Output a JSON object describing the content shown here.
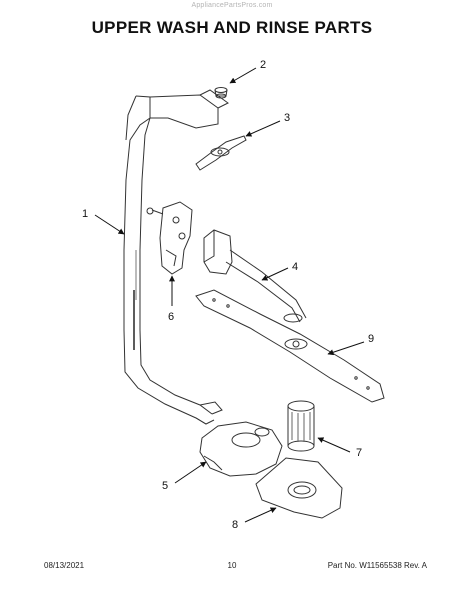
{
  "watermark": "AppliancePartsPros.com",
  "title": "UPPER WASH AND RINSE PARTS",
  "callouts": [
    "1",
    "2",
    "3",
    "4",
    "5",
    "6",
    "7",
    "8",
    "9"
  ],
  "footer": {
    "date": "08/13/2021",
    "page": "10",
    "part": "Part No. W11565538  Rev. A"
  }
}
